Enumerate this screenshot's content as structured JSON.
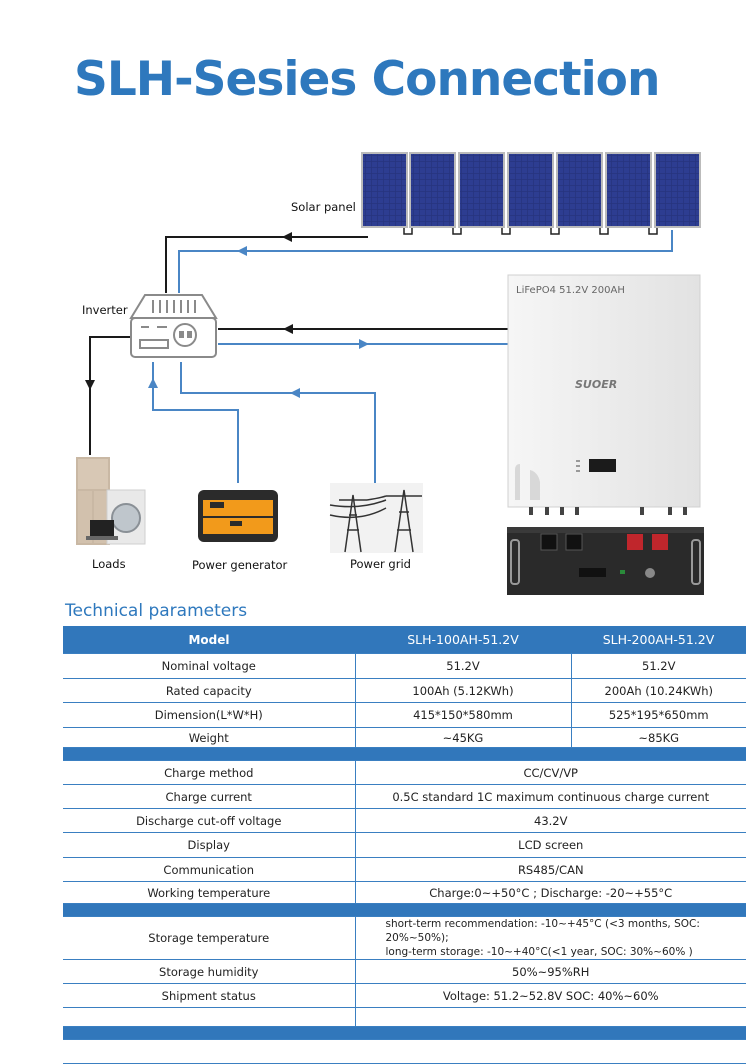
{
  "title": "SLH-Sesies Connection",
  "diagram": {
    "solar_panel_label": "Solar panel",
    "inverter_label": "Inverter",
    "battery_model_text": "LiFePO4  51.2V 200AH",
    "brand_logo": "SUOER",
    "loads_label": "Loads",
    "generator_label": "Power generator",
    "grid_label": "Power grid",
    "colors": {
      "black_line": "#1a1a1a",
      "blue_line": "#4a86c5",
      "panel": "#23307a"
    }
  },
  "technical": {
    "section_title": "Technical parameters",
    "header": {
      "model": "Model",
      "col_a": "SLH-100AH-51.2V",
      "col_b": "SLH-200AH-51.2V"
    },
    "rows_split": [
      {
        "label": "Nominal voltage",
        "a": "51.2V",
        "b": "51.2V"
      },
      {
        "label": "Rated capacity",
        "a": "100Ah (5.12KWh)",
        "b": "200Ah (10.24KWh)"
      },
      {
        "label": "Dimension(L*W*H)",
        "a": "415*150*580mm",
        "b": "525*195*650mm"
      },
      {
        "label": "Weight",
        "a": "~45KG",
        "b": "~85KG"
      }
    ],
    "rows_merged_1": [
      {
        "label": "Charge method",
        "value": "CC/CV/VP"
      },
      {
        "label": "Charge current",
        "value": "0.5C standard 1C maximum continuous charge current"
      },
      {
        "label": "Discharge cut-off voltage",
        "value": "43.2V"
      },
      {
        "label": "Display",
        "value": "LCD screen"
      },
      {
        "label": "Communication",
        "value": "RS485/CAN"
      },
      {
        "label": "Working temperature",
        "value": "Charge:0~+50°C ; Discharge: -20~+55°C"
      }
    ],
    "storage_temperature": {
      "label": "Storage temperature",
      "line1": "short-term recommendation: -10~+45°C (<3 months, SOC: 20%~50%);",
      "line2": "long-term storage: -10~+40°C(<1 year, SOC: 30%~60% )"
    },
    "rows_merged_2": [
      {
        "label": "Storage humidity",
        "value": "50%~95%RH"
      },
      {
        "label": "Shipment status",
        "value": "Voltage: 51.2~52.8V SOC: 40%~60%"
      }
    ]
  }
}
